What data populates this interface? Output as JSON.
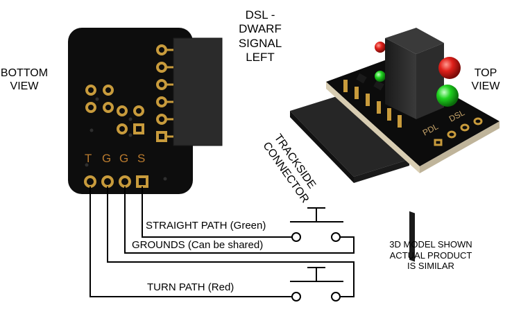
{
  "labels": {
    "dsl_title": [
      "DSL -",
      "DWARF",
      "SIGNAL",
      "LEFT"
    ],
    "bottom_view": [
      "BOTTOM",
      "VIEW"
    ],
    "top_view": [
      "TOP",
      "VIEW"
    ],
    "trackside_connector": [
      "TRACKSIDE",
      "CONNECTOR"
    ],
    "note": [
      "3D MODEL SHOWN",
      "ACTUAL PRODUCT",
      "IS SIMILAR"
    ]
  },
  "pad_labels": [
    "T",
    "G",
    "G",
    "S"
  ],
  "silkscreen": [
    "PDL",
    "DSL"
  ],
  "wires": {
    "straight": "STRAIGHT PATH (Green)",
    "grounds": "GROUNDS (Can be shared)",
    "turn": "TURN PATH (Red)"
  },
  "colors": {
    "pcb": "#0d0d0d",
    "gold": "#c89b3c",
    "copper_text": "#b97a2e",
    "connector": "#2a2a2a",
    "led_red": "#e0201a",
    "led_green": "#1fd21f",
    "wire": "#000000"
  }
}
